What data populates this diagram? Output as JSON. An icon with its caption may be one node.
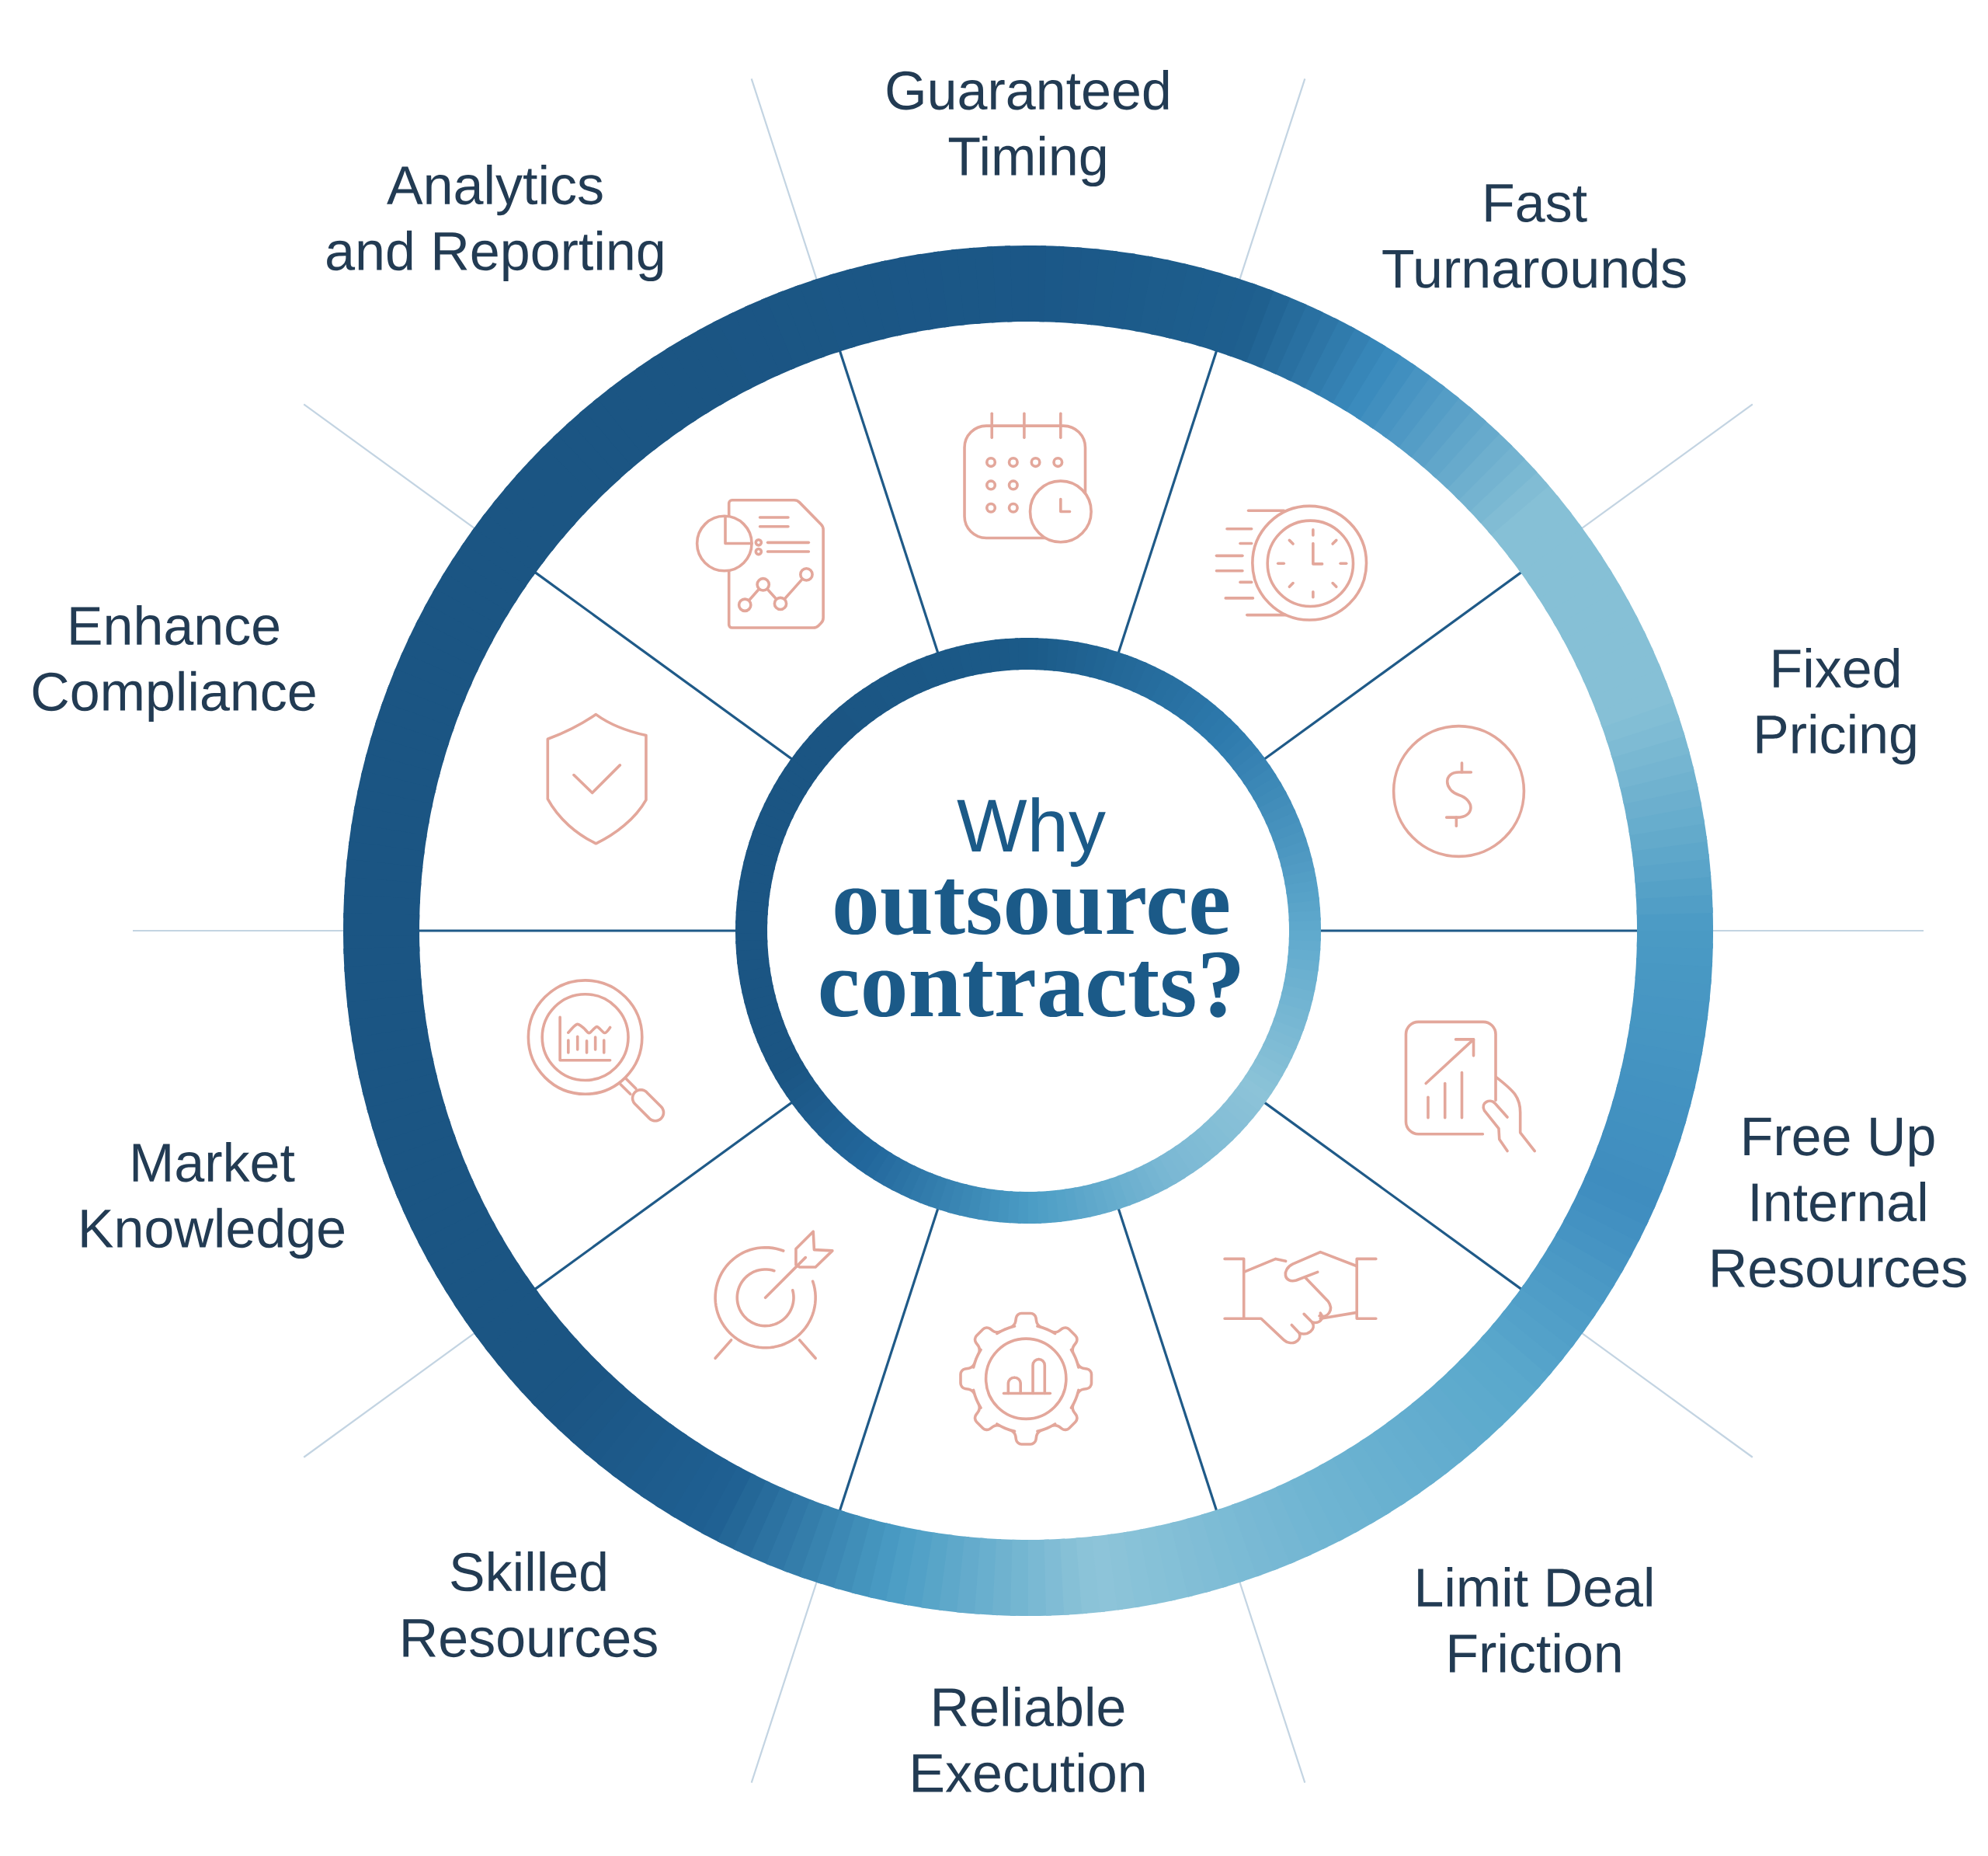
{
  "diagram": {
    "nodes": [
      {
        "text": [
          "Why",
          "outsource contracts?"
        ]
      }
    ],
    "labels": [
      "Guaranteed Timing",
      "Fast Turnarounds",
      "Fixed Pricing",
      "Free Up Internal Resources",
      "Limit Deal Friction",
      "Reliable Execution",
      "Skilled Resources",
      "Market Knowledge",
      "Enhance Compliance",
      "Analytics and Reporting"
    ]
  }
}
